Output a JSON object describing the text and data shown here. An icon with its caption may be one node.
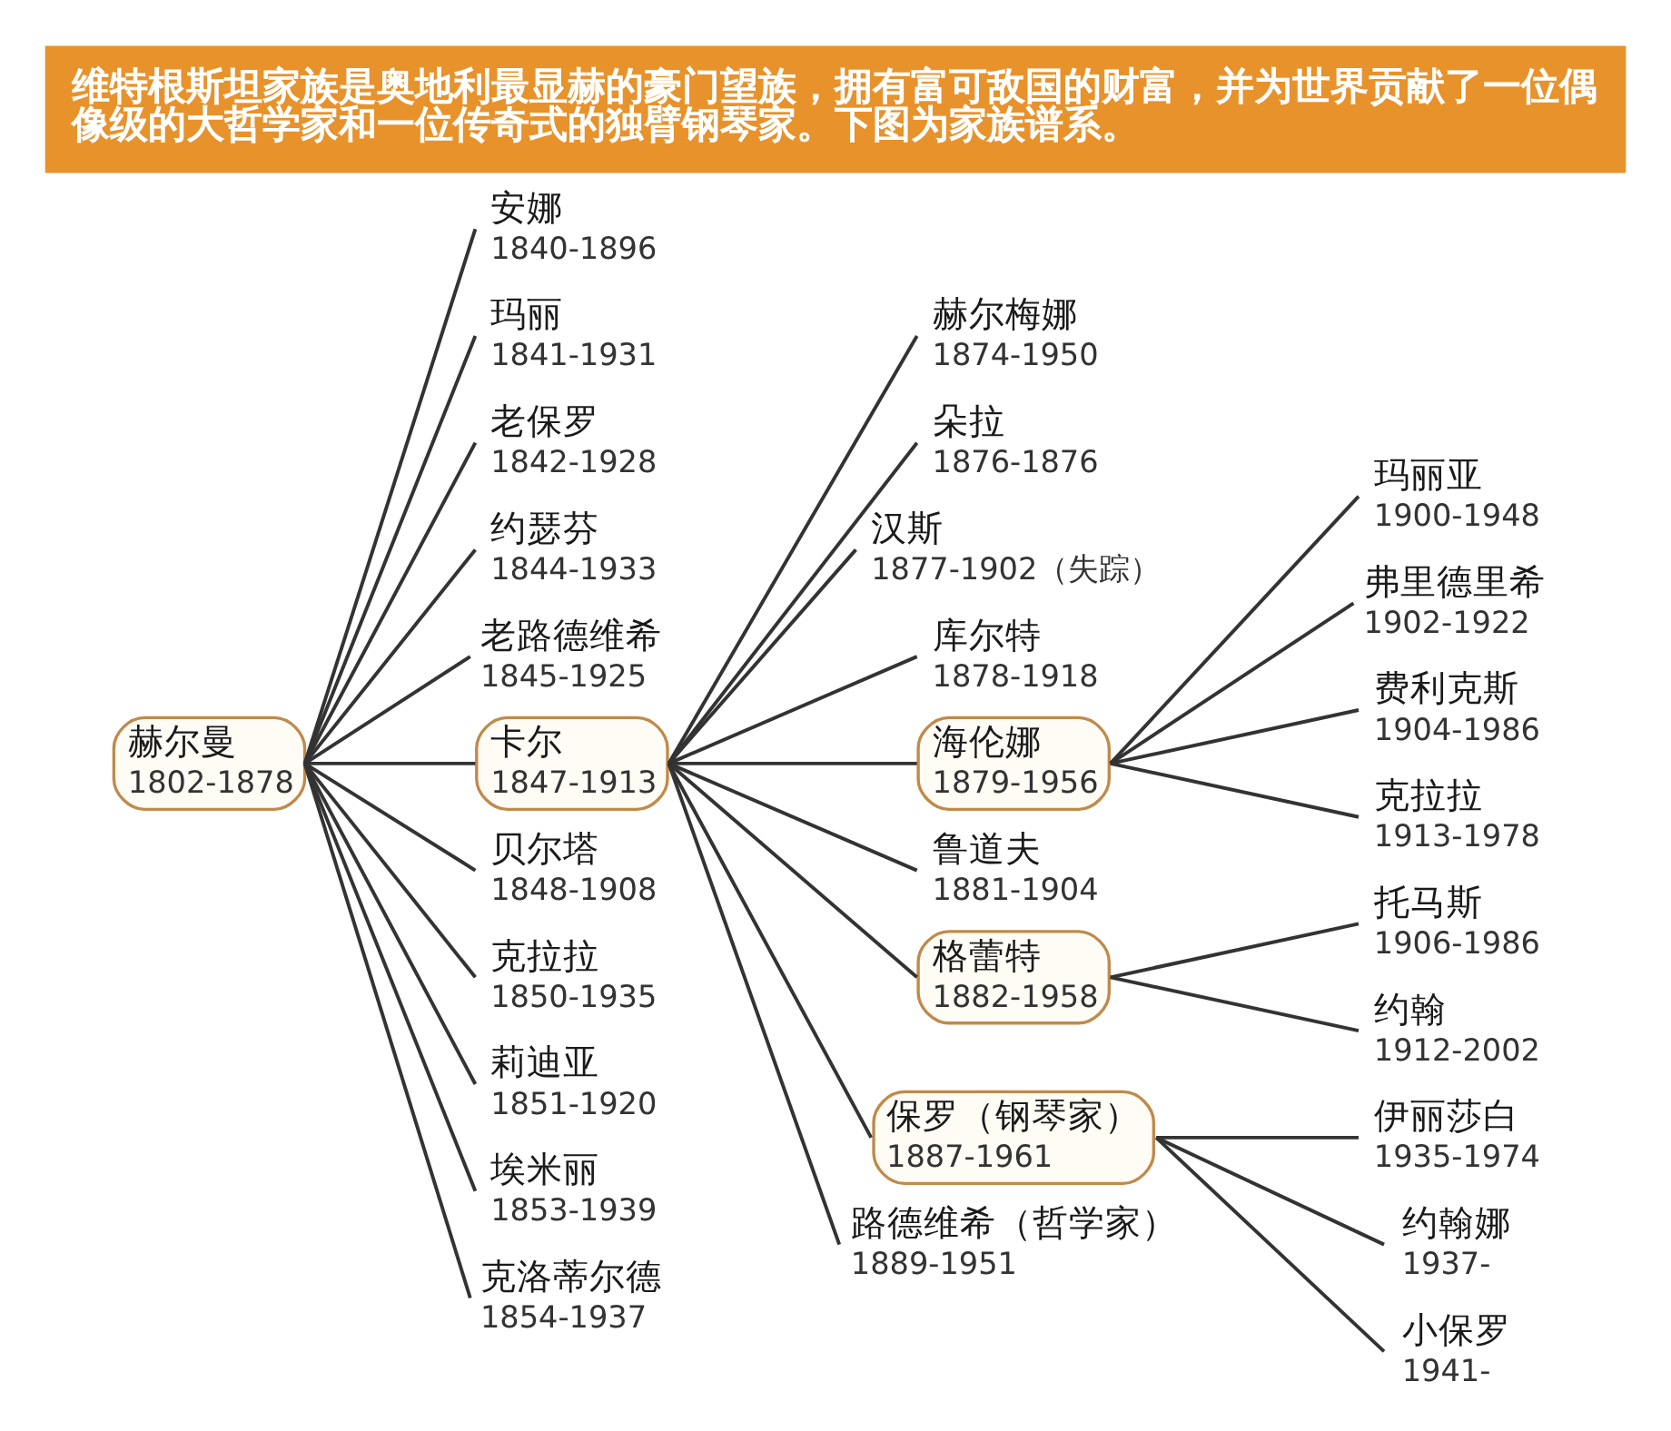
{
  "diagram": {
    "title": "维特根斯坦家族是奥地利最显赫的豪门望族，拥有富可敌国的财富，并为世界贡献了一位偶像级的大哲学家和一位传奇式的独臂钢琴家。下图为家族谱系。",
    "nodes": [
      {
        "text": [
          "赫尔曼",
          "1802-1878"
        ]
      },
      {
        "text": [
          "安娜",
          "1840-1896"
        ]
      },
      {
        "text": [
          "玛丽",
          "1841-1931"
        ]
      },
      {
        "text": [
          "老保罗",
          "1842-1928"
        ]
      },
      {
        "text": [
          "约瑟芬",
          "1844-1933"
        ]
      },
      {
        "text": [
          "老路德维希",
          "1845-1925"
        ]
      },
      {
        "text": [
          "卡尔",
          "1847-1913"
        ]
      },
      {
        "text": [
          "贝尔塔",
          "1848-1908"
        ]
      },
      {
        "text": [
          "克拉拉",
          "1850-1935"
        ]
      },
      {
        "text": [
          "莉迪亚",
          "1851-1920"
        ]
      },
      {
        "text": [
          "埃米丽",
          "1853-1939"
        ]
      },
      {
        "text": [
          "克洛蒂尔德",
          "1854-1937"
        ]
      },
      {
        "text": [
          "赫尔梅娜",
          "1874-1950"
        ]
      },
      {
        "text": [
          "朵拉",
          "1876-1876"
        ]
      },
      {
        "text": [
          "汉斯",
          "1877-1902（失踪）"
        ]
      },
      {
        "text": [
          "库尔特",
          "1878-1918"
        ]
      },
      {
        "text": [
          "海伦娜",
          "1879-1956"
        ]
      },
      {
        "text": [
          "鲁道夫",
          "1881-1904"
        ]
      },
      {
        "text": [
          "格蕾特",
          "1882-1958"
        ]
      },
      {
        "text": [
          "保罗（钢琴家）",
          "1887-1961"
        ]
      },
      {
        "text": [
          "路德维希（哲学家）",
          "1889-1951"
        ]
      },
      {
        "text": [
          "玛丽亚",
          "1900-1948"
        ]
      },
      {
        "text": [
          "弗里德里希",
          "1902-1922"
        ]
      },
      {
        "text": [
          "费利克斯",
          "1904-1986"
        ]
      },
      {
        "text": [
          "克拉拉",
          "1913-1978"
        ]
      },
      {
        "text": [
          "托马斯",
          "1906-1986"
        ]
      },
      {
        "text": [
          "约翰",
          "1912-2002"
        ]
      },
      {
        "text": [
          "伊丽莎白",
          "1935-1974"
        ]
      },
      {
        "text": [
          "约翰娜",
          "1937-"
        ]
      },
      {
        "text": [
          "小保罗",
          "1941-"
        ]
      }
    ],
    "edges": [
      {
        "from": 0,
        "to": 1,
        "arrow": "none"
      },
      {
        "from": 0,
        "to": 2,
        "arrow": "none"
      },
      {
        "from": 0,
        "to": 3,
        "arrow": "none"
      },
      {
        "from": 0,
        "to": 4,
        "arrow": "none"
      },
      {
        "from": 0,
        "to": 5,
        "arrow": "none"
      },
      {
        "from": 0,
        "to": 6,
        "arrow": "none"
      },
      {
        "from": 0,
        "to": 7,
        "arrow": "none"
      },
      {
        "from": 0,
        "to": 8,
        "arrow": "none"
      },
      {
        "from": 0,
        "to": 9,
        "arrow": "none"
      },
      {
        "from": 0,
        "to": 10,
        "arrow": "none"
      },
      {
        "from": 0,
        "to": 11,
        "arrow": "none"
      },
      {
        "from": 6,
        "to": 12,
        "arrow": "none"
      },
      {
        "from": 6,
        "to": 13,
        "arrow": "none"
      },
      {
        "from": 6,
        "to": 14,
        "arrow": "none"
      },
      {
        "from": 6,
        "to": 15,
        "arrow": "none"
      },
      {
        "from": 6,
        "to": 16,
        "arrow": "none"
      },
      {
        "from": 6,
        "to": 17,
        "arrow": "none"
      },
      {
        "from": 6,
        "to": 18,
        "arrow": "none"
      },
      {
        "from": 6,
        "to": 19,
        "arrow": "none"
      },
      {
        "from": 6,
        "to": 20,
        "arrow": "none"
      },
      {
        "from": 16,
        "to": 21,
        "arrow": "none"
      },
      {
        "from": 16,
        "to": 22,
        "arrow": "none"
      },
      {
        "from": 16,
        "to": 23,
        "arrow": "none"
      },
      {
        "from": 16,
        "to": 24,
        "arrow": "none"
      },
      {
        "from": 18,
        "to": 25,
        "arrow": "none"
      },
      {
        "from": 18,
        "to": 26,
        "arrow": "none"
      },
      {
        "from": 19,
        "to": 27,
        "arrow": "none"
      },
      {
        "from": 19,
        "to": 28,
        "arrow": "none"
      },
      {
        "from": 19,
        "to": 29,
        "arrow": "none"
      }
    ]
  }
}
